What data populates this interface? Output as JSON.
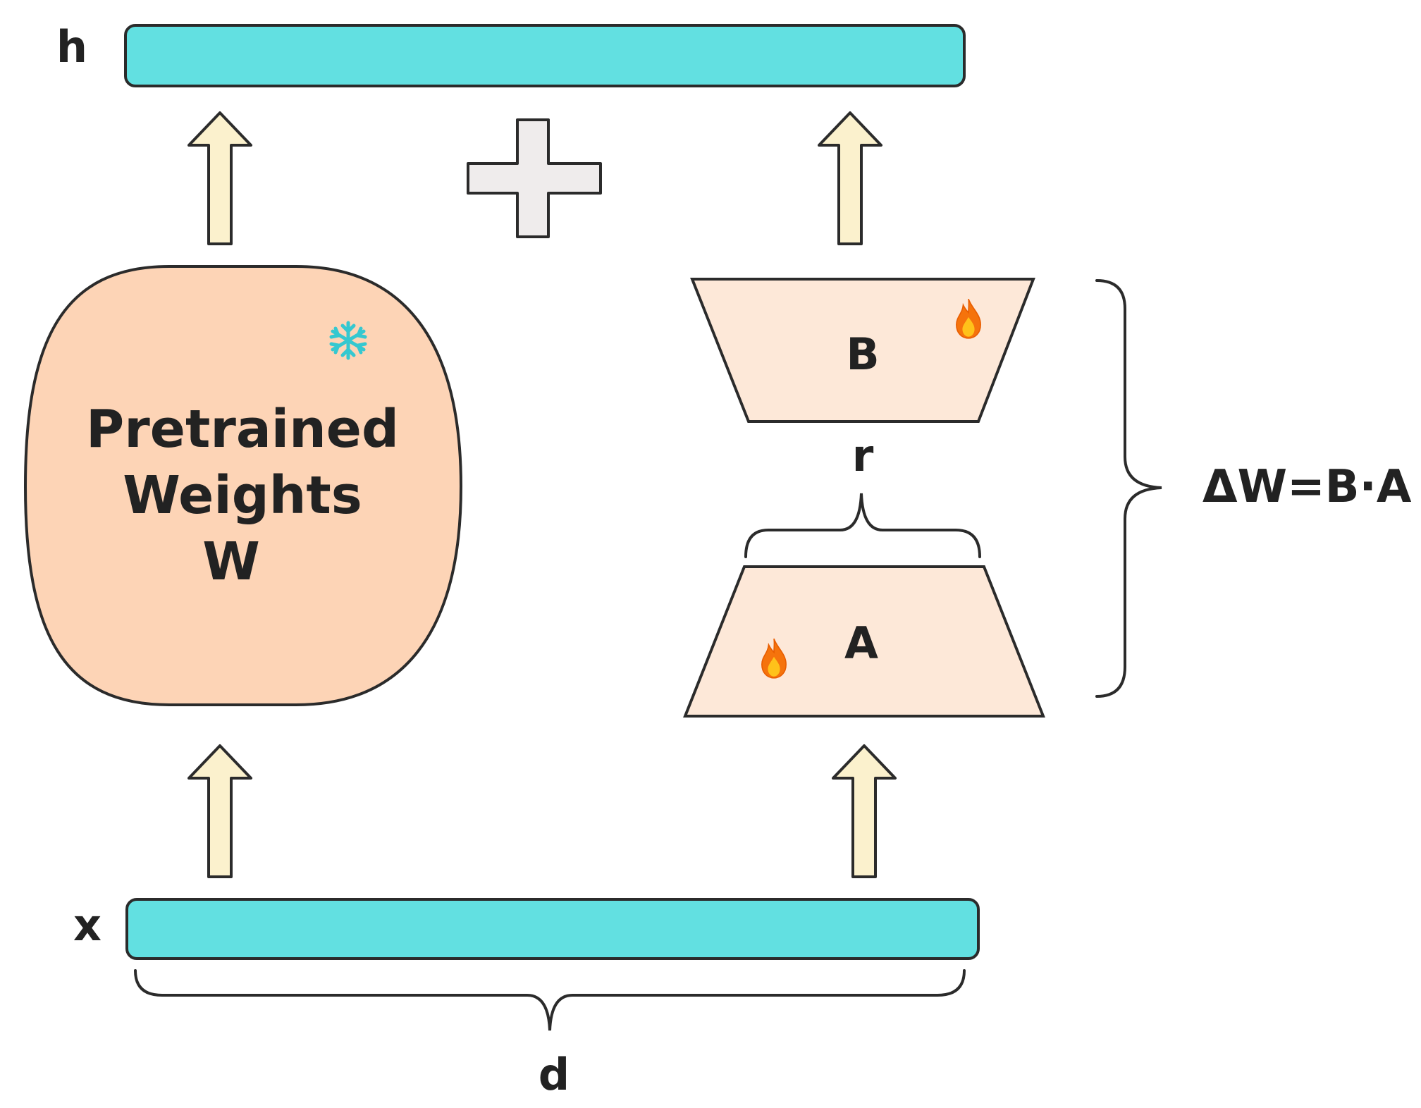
{
  "labels": {
    "h": "h",
    "x": "x",
    "d": "d",
    "r": "r",
    "pretrained_line1": "Pretrained",
    "pretrained_line2": "Weights",
    "pretrained_line3": "W",
    "matrix_b": "B",
    "matrix_a": "A",
    "delta_w": "ΔW=B·A"
  },
  "icons": {
    "frozen": "snowflake-icon",
    "trainable": "flame-icon"
  },
  "colors": {
    "vector_fill": "#62e0e1",
    "pretrained_fill": "#fdd4b6",
    "lora_fill": "#fde8d8",
    "arrow_fill": "#fbf1cd",
    "plus_fill": "#efecec",
    "stroke": "#2b2b2b",
    "snowflake": "#35c8d0",
    "flame_outer": "#f5730c",
    "flame_inner": "#ffc21a"
  }
}
